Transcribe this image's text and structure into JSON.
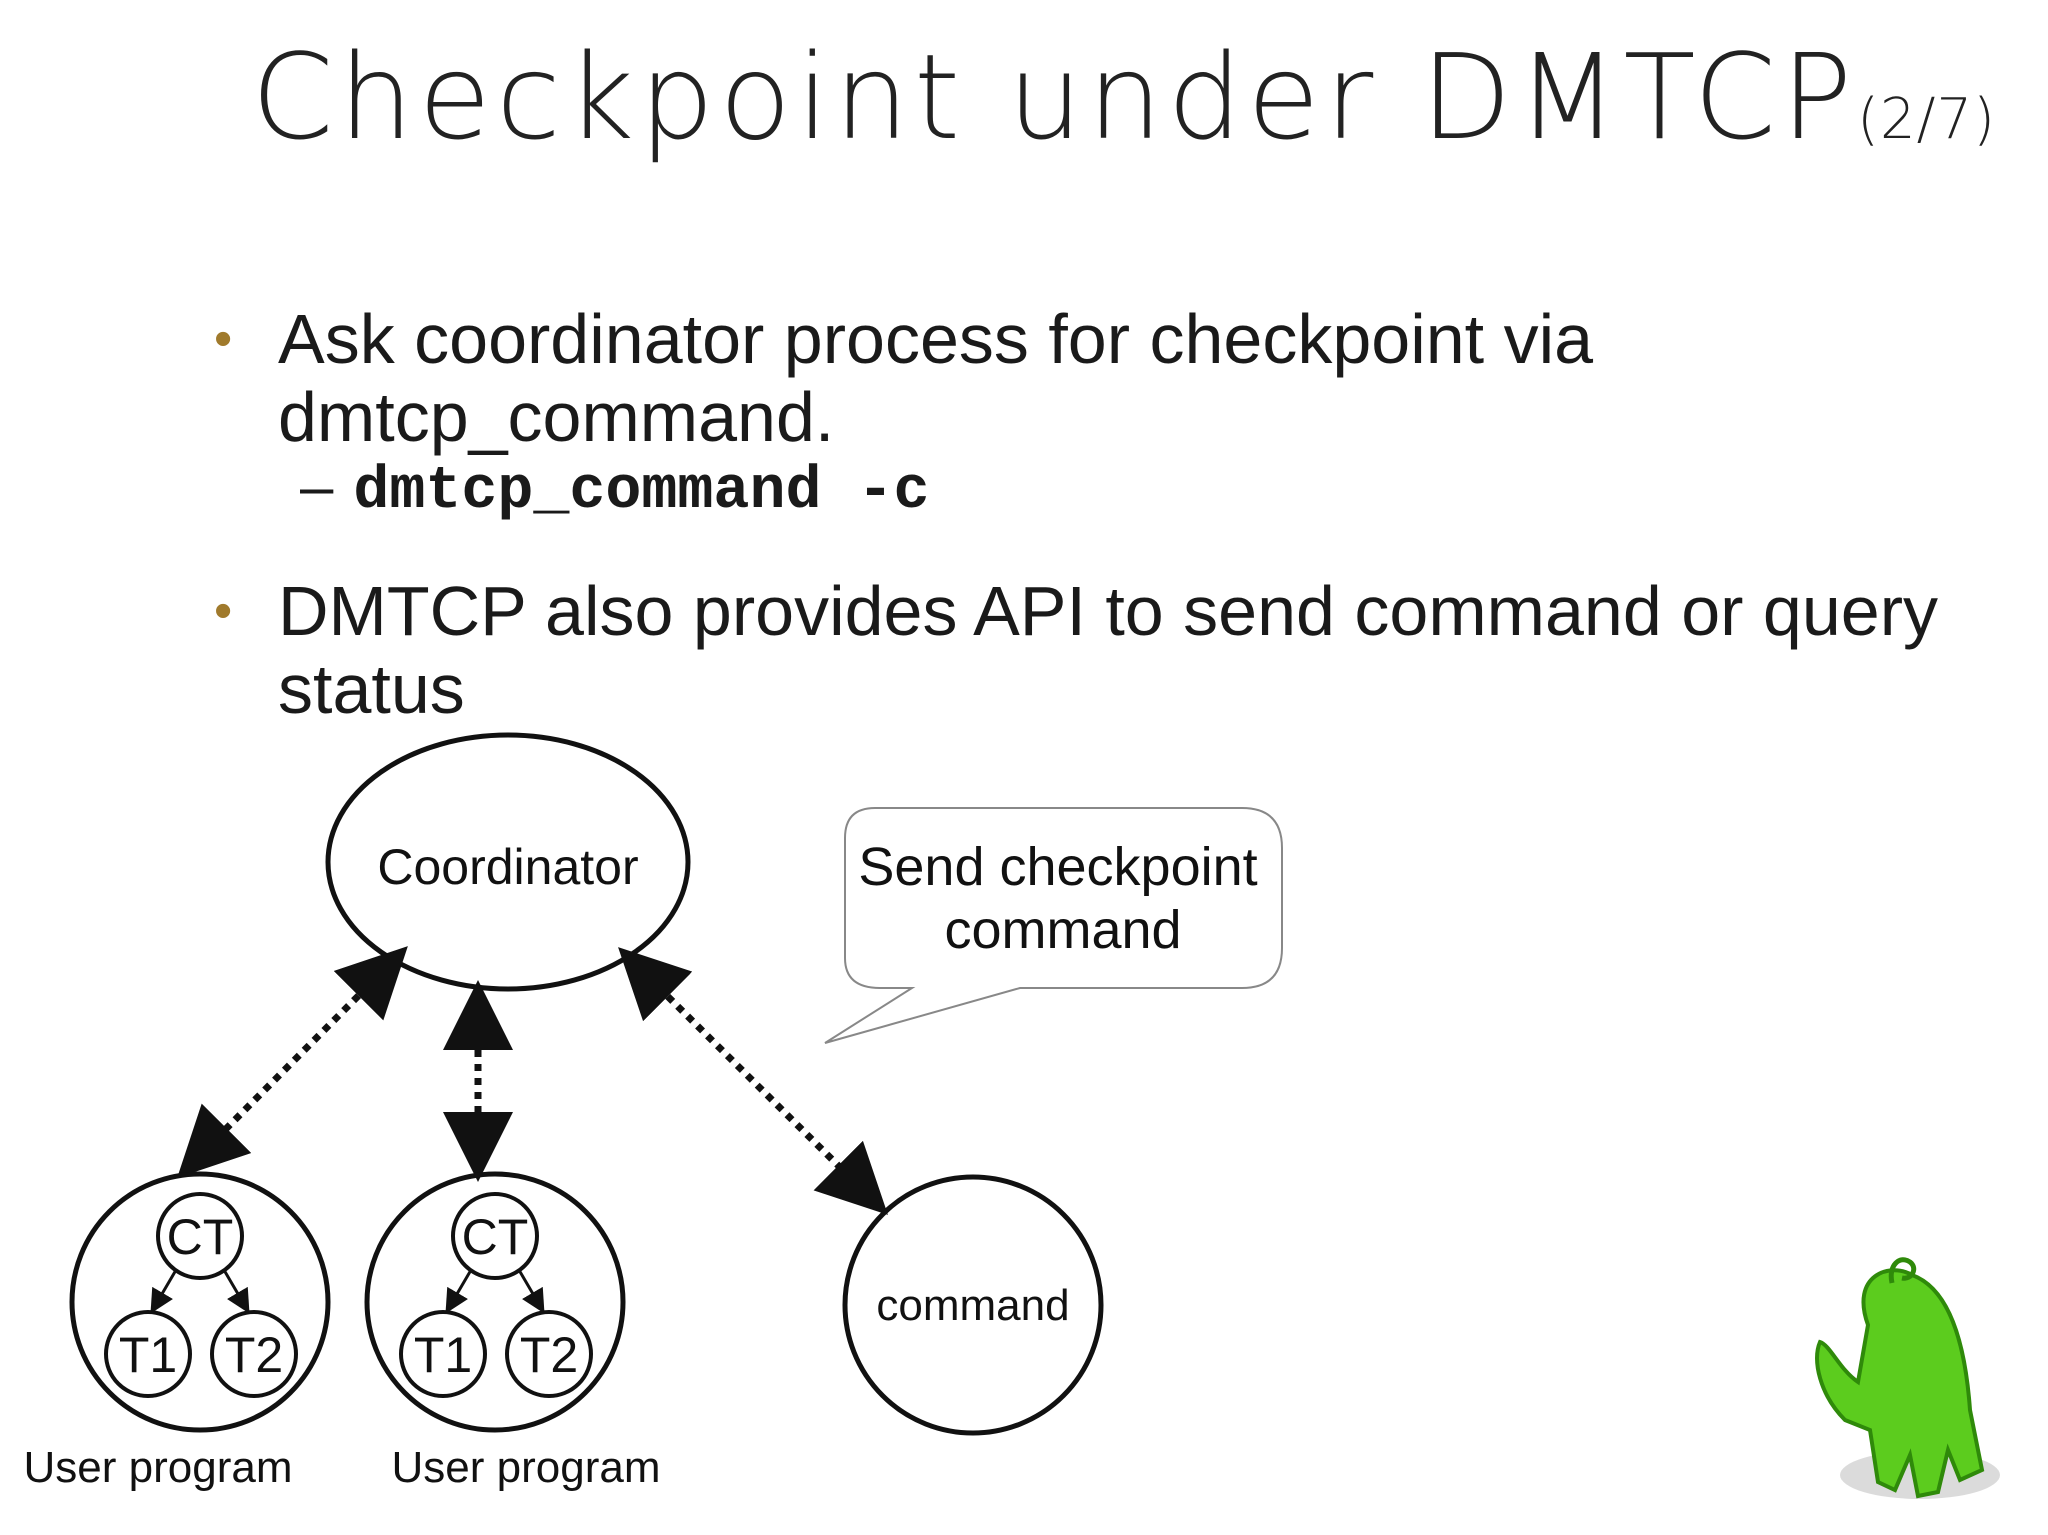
{
  "slide": {
    "title": "Checkpoint under DMTCP",
    "page": "(2/7)",
    "bullets": [
      {
        "text": "Ask coordinator process for checkpoint via dmtcp_command."
      },
      {
        "text": "DMTCP also provides API to send command or query status"
      }
    ],
    "sub_bullet": {
      "dash": "–",
      "code": "dmtcp_command -c"
    }
  },
  "diagram": {
    "coordinator": "Coordinator",
    "callout_line1": "Send checkpoint",
    "callout_line2": "command",
    "command_node": "command",
    "programs": [
      {
        "ct": "CT",
        "t1": "T1",
        "t2": "T2",
        "label": "User program"
      },
      {
        "ct": "CT",
        "t1": "T1",
        "t2": "T2",
        "label": "User program"
      }
    ]
  },
  "colors": {
    "bullet": "#a07a2c",
    "mascot": "#5ccc1e"
  }
}
